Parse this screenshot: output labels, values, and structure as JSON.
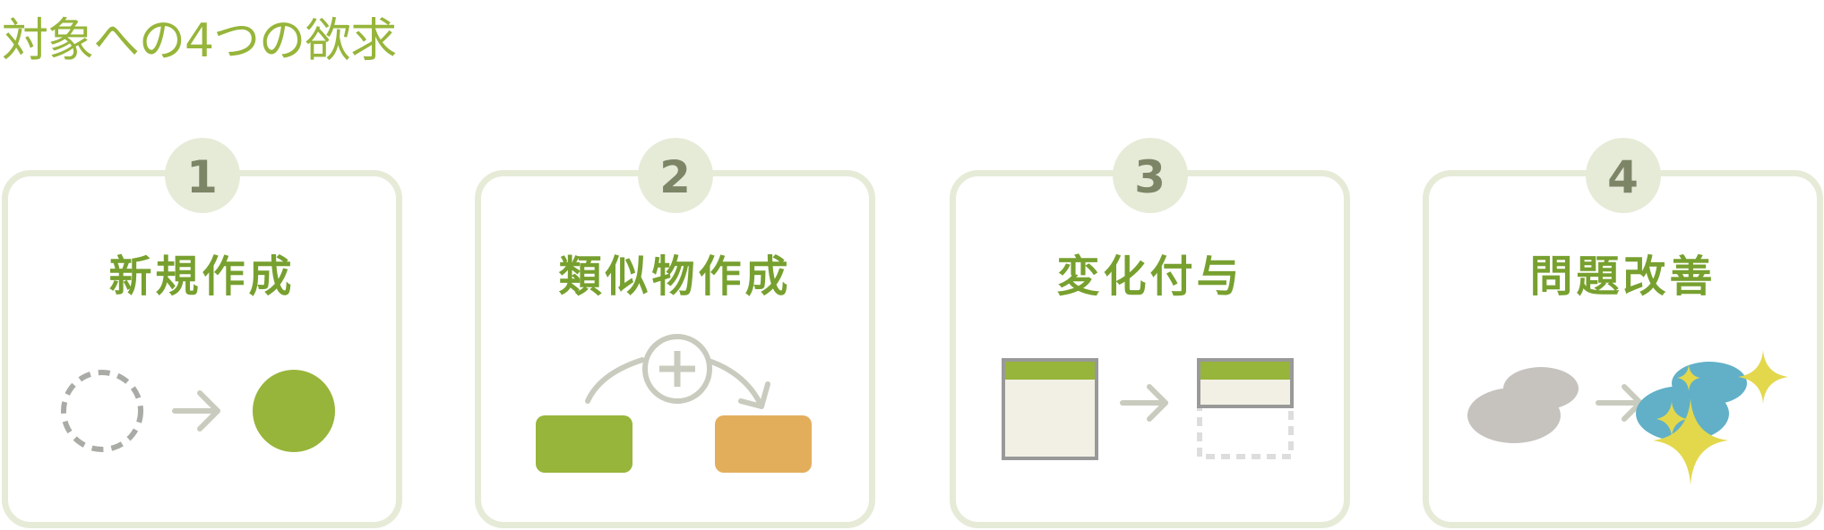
{
  "title": "対象への4つの欲求",
  "colors": {
    "title": "#96b53a",
    "heading": "#77a02f",
    "card_border": "#e6ebd8",
    "badge_bg": "#e6ebd8",
    "badge_text": "#7d8567",
    "arrow": "#c9cbbe",
    "green": "#97b53a",
    "orange": "#e2ae5c",
    "gray_dash": "#a9aca6",
    "gray_blob": "#c6c3bf",
    "blue_blob": "#61b0c8",
    "sparkle": "#e3d84c",
    "panel_fill": "#f2f0e5",
    "panel_border": "#999999",
    "dashed_light": "#dddddd"
  },
  "cards": [
    {
      "number": "1",
      "label": "新規作成",
      "illustration": "empty-dashed-circle-to-filled-circle",
      "icons": [
        "dashed-circle-icon",
        "arrow-right-icon",
        "filled-circle-icon"
      ]
    },
    {
      "number": "2",
      "label": "類似物作成",
      "illustration": "block-plus-to-similar-block",
      "icons": [
        "green-block-icon",
        "plus-circle-icon",
        "curved-arrow-icon",
        "orange-block-icon"
      ]
    },
    {
      "number": "3",
      "label": "変化付与",
      "illustration": "window-shrink-change",
      "icons": [
        "window-tall-icon",
        "arrow-right-icon",
        "window-short-icon"
      ]
    },
    {
      "number": "4",
      "label": "問題改善",
      "illustration": "dull-blob-to-sparkling-blob",
      "icons": [
        "gray-blob-icon",
        "arrow-right-icon",
        "sparkling-blob-icon"
      ]
    }
  ]
}
